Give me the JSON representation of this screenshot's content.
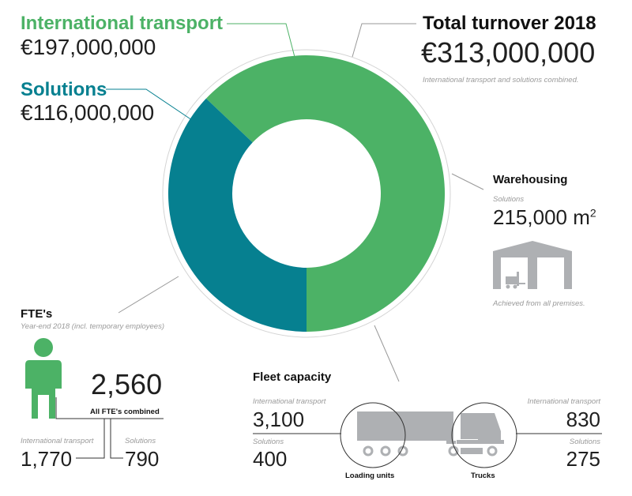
{
  "colors": {
    "green": "#4cb266",
    "teal": "#068090",
    "gray": "#aeb0b3",
    "line": "#999999"
  },
  "international": {
    "title": "International transport",
    "amount": "€197,000,000"
  },
  "solutions": {
    "title": "Solutions",
    "amount": "€116,000,000"
  },
  "total": {
    "title": "Total turnover 2018",
    "amount": "€313,000,000",
    "note": "International transport and solutions combined."
  },
  "warehousing": {
    "title": "Warehousing",
    "sub": "Solutions",
    "value": "215,000 m",
    "unit_sup": "2",
    "note": "Achieved from all premises.",
    "icon": "warehouse-icon"
  },
  "fte": {
    "title": "FTE's",
    "sub": "Year-end 2018 (incl. temporary employees)",
    "total": "2,560",
    "total_label": "All FTE's combined",
    "it_label": "International transport",
    "it_value": "1,770",
    "sol_label": "Solutions",
    "sol_value": "790",
    "icon": "person-icon"
  },
  "fleet": {
    "title": "Fleet capacity",
    "left_it_label": "International transport",
    "left_it_value": "3,100",
    "left_sol_label": "Solutions",
    "left_sol_value": "400",
    "right_it_label": "International transport",
    "right_it_value": "830",
    "right_sol_label": "Solutions",
    "right_sol_value": "275",
    "loading_label": "Loading units",
    "trucks_label": "Trucks",
    "icon": "truck-icon"
  },
  "chart_data": {
    "type": "pie",
    "categories": [
      "International transport",
      "Solutions"
    ],
    "values": [
      197000000,
      116000000
    ],
    "title": "Total turnover 2018"
  }
}
